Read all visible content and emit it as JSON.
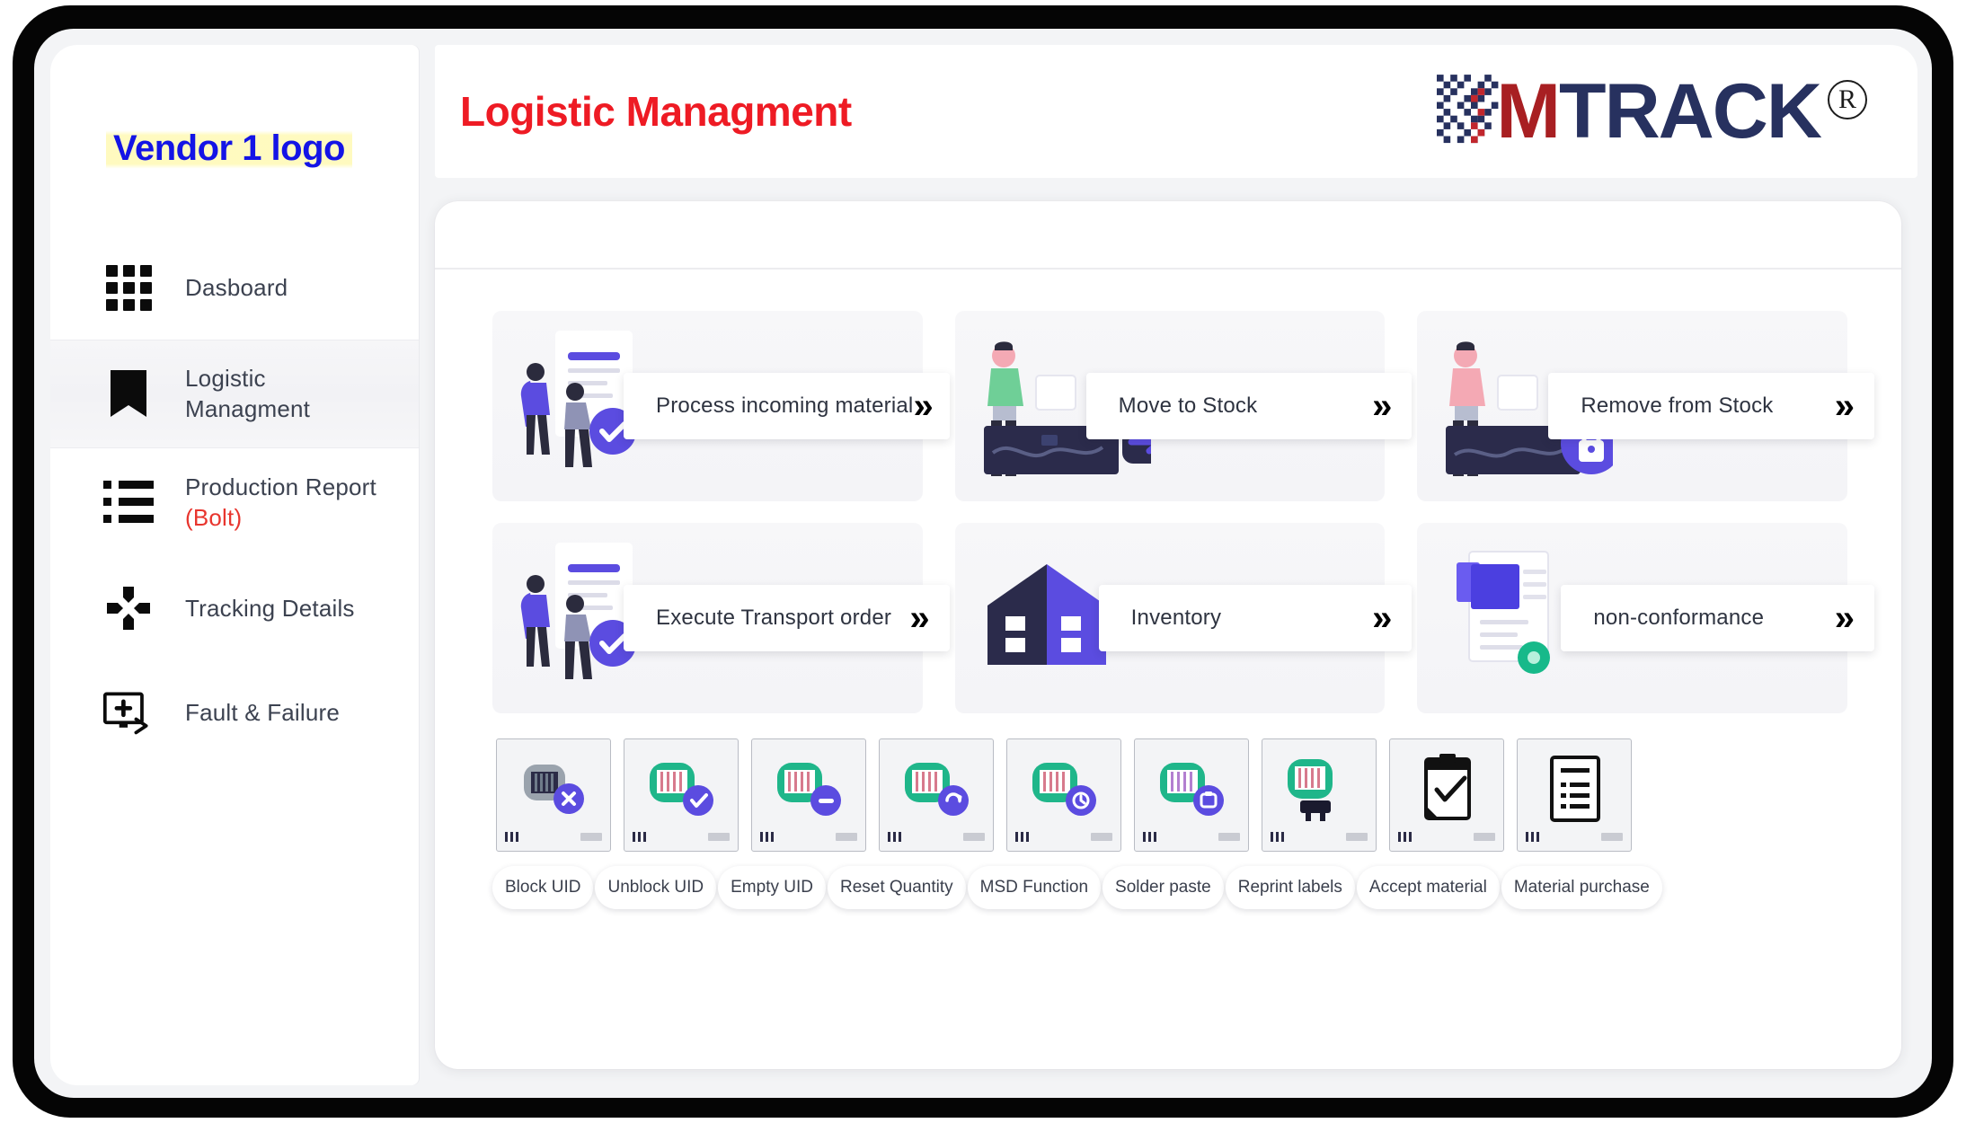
{
  "app": {
    "sidebar": {
      "vendor_logo": "Vendor 1 logo",
      "items": [
        {
          "label": "Dasboard",
          "icon": "grid-icon",
          "active": false
        },
        {
          "label": "Logistic Managment",
          "icon": "bookmark-icon",
          "active": true
        },
        {
          "label": "Production Report ",
          "label_accent": "(Bolt)",
          "icon": "list-icon",
          "active": false
        },
        {
          "label": "Tracking Details",
          "icon": "crosshair-plus-icon",
          "active": false
        },
        {
          "label": "Fault & Failure",
          "icon": "monitor-plus-arrow-icon",
          "active": false
        }
      ]
    },
    "header": {
      "page_title": "Logistic Managment",
      "brand_m": "M",
      "brand_track": "TRACK",
      "brand_reg": "R"
    },
    "cards": [
      [
        {
          "label": "Process incoming material",
          "art": "people-document-check",
          "chevron": "»"
        },
        {
          "label": "Move to Stock",
          "art": "worker-desk-arrow",
          "chevron": "»"
        },
        {
          "label": "Remove from Stock",
          "art": "worker-desk-lock",
          "chevron": "»"
        }
      ],
      [
        {
          "label": "Execute Transport order",
          "art": "people-document-check",
          "chevron": "»"
        },
        {
          "label": "Inventory",
          "art": "warehouse",
          "chevron": "»"
        },
        {
          "label": "non-conformance",
          "art": "documents-green-dot",
          "chevron": "»"
        }
      ]
    ],
    "tiles": [
      {
        "label": "Block UID",
        "art": "barcode-grey-x"
      },
      {
        "label": "Unblock UID",
        "art": "barcode-green-check"
      },
      {
        "label": "Empty UID",
        "art": "barcode-green-minus"
      },
      {
        "label": "Reset Quantity",
        "art": "barcode-green-refresh"
      },
      {
        "label": "MSD Function",
        "art": "barcode-green-clock"
      },
      {
        "label": "Solder paste",
        "art": "barcode-green-paste"
      },
      {
        "label": "Reprint labels",
        "art": "barcode-green-printer"
      },
      {
        "label": "Accept material",
        "art": "clipboard-check"
      },
      {
        "label": "Material purchase",
        "art": "document-list"
      }
    ],
    "colors": {
      "title_red": "#ee1b24",
      "logo_blue": "#1414e6",
      "brand_navy": "#27315f",
      "brand_red": "#a81f22",
      "accent_purple": "#5b4ce0",
      "accent_green": "#22b184",
      "accent_red": "#e8352e"
    }
  }
}
